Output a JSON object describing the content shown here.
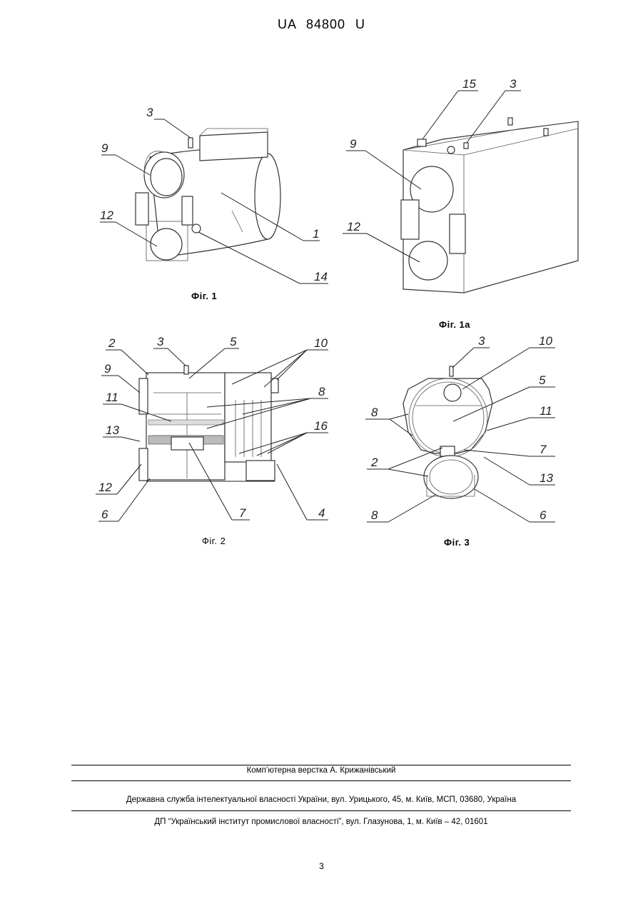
{
  "header": {
    "text": "UA   84800   U"
  },
  "figures": {
    "fig1": {
      "caption": "Фіг. 1",
      "labels": [
        "3",
        "9",
        "12",
        "1",
        "14"
      ]
    },
    "fig1a": {
      "caption": "Фіг. 1а",
      "labels": [
        "15",
        "3",
        "9",
        "12"
      ]
    },
    "fig2": {
      "caption": "Фіг. 2",
      "labels": [
        "2",
        "3",
        "5",
        "10",
        "9",
        "11",
        "8",
        "13",
        "16",
        "12",
        "6",
        "7",
        "4"
      ]
    },
    "fig3": {
      "caption": "Фіг. 3",
      "labels": [
        "3",
        "10",
        "5",
        "8",
        "11",
        "7",
        "2",
        "13",
        "8",
        "6"
      ]
    }
  },
  "footer": {
    "line1": "Комп’ютерна верстка А. Крижанівський",
    "line2": "Державна служба інтелектуальної власності України, вул. Урицького, 45, м. Київ, МСП, 03680, Україна",
    "line3": "ДП “Український інститут промислової власності”, вул. Глазунова, 1, м. Київ – 42, 01601"
  },
  "page_number": "3"
}
